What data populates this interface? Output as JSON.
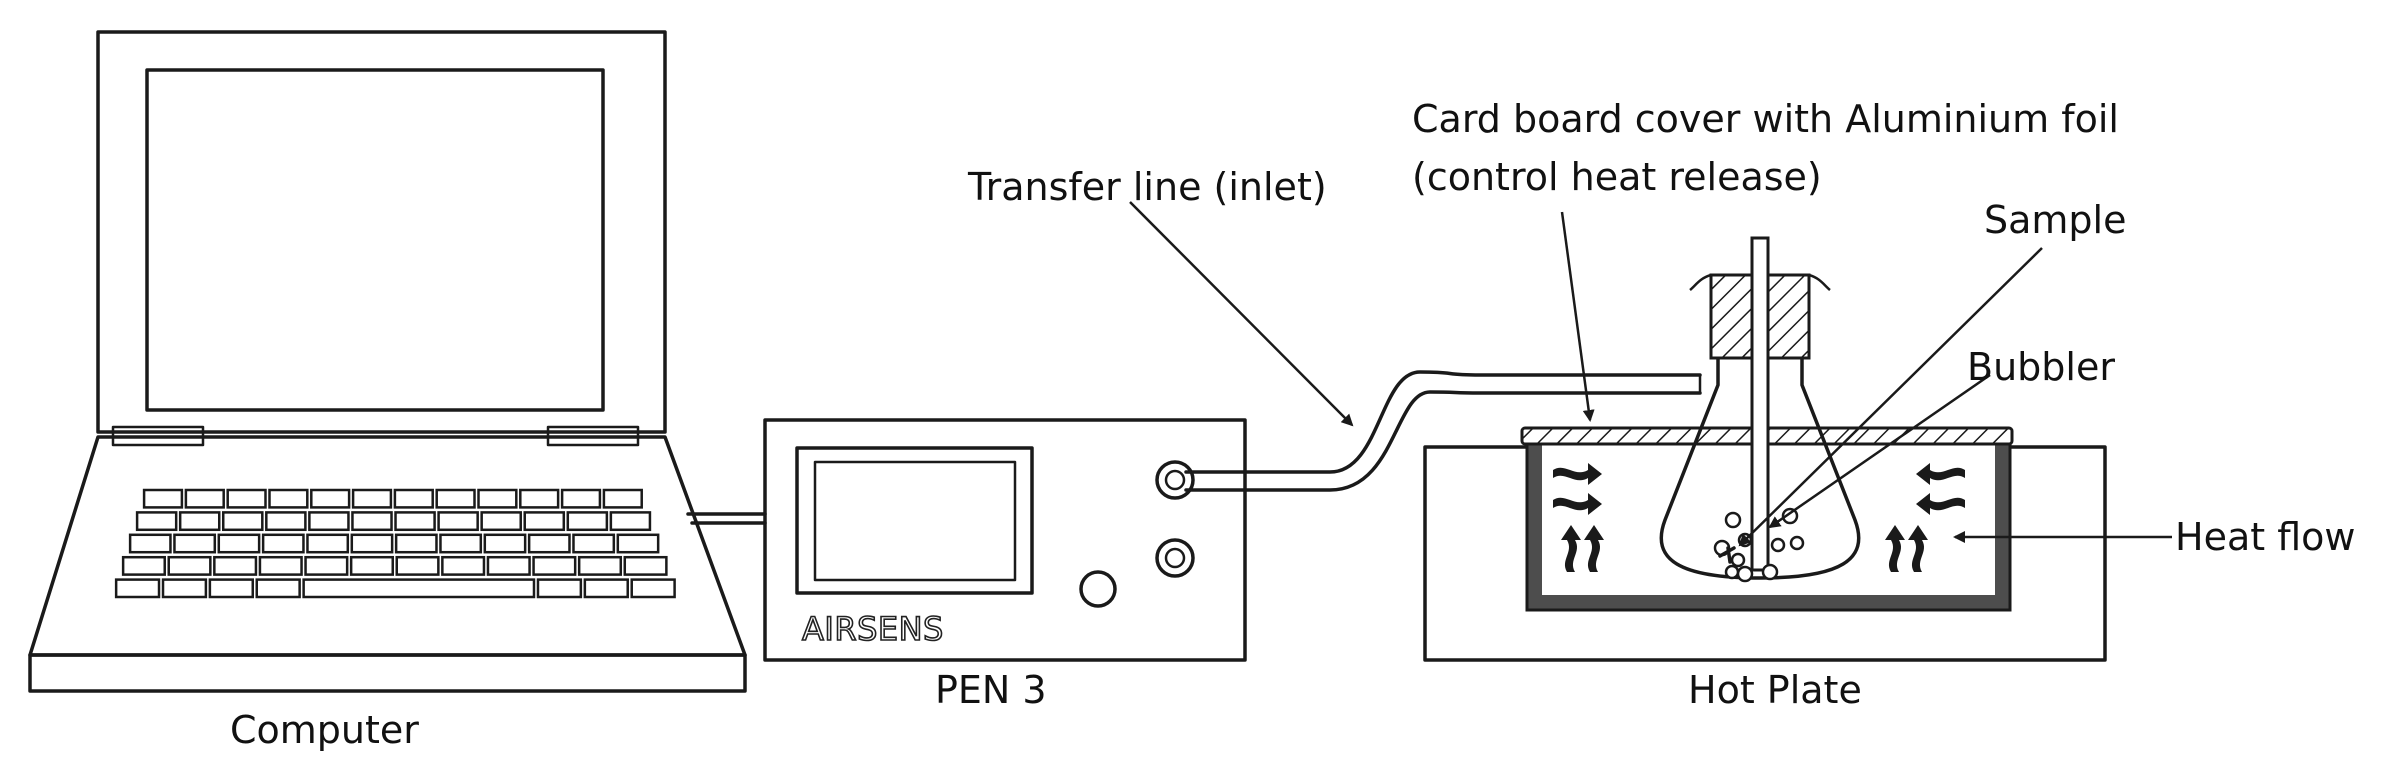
{
  "labels": {
    "computer": "Computer",
    "pen3": "PEN 3",
    "airsens": "AIRSENS",
    "hot_plate": "Hot Plate",
    "transfer_line": "Transfer line (inlet)",
    "cover_line1": "Card board cover with Aluminium foil",
    "cover_line2": "(control heat release)",
    "sample": "Sample",
    "bubbler": "Bubbler",
    "heat_flow": "Heat flow"
  },
  "colors": {
    "line": "#1a1a1a",
    "bath_wall": "#4d4d4d",
    "background": "#ffffff"
  }
}
